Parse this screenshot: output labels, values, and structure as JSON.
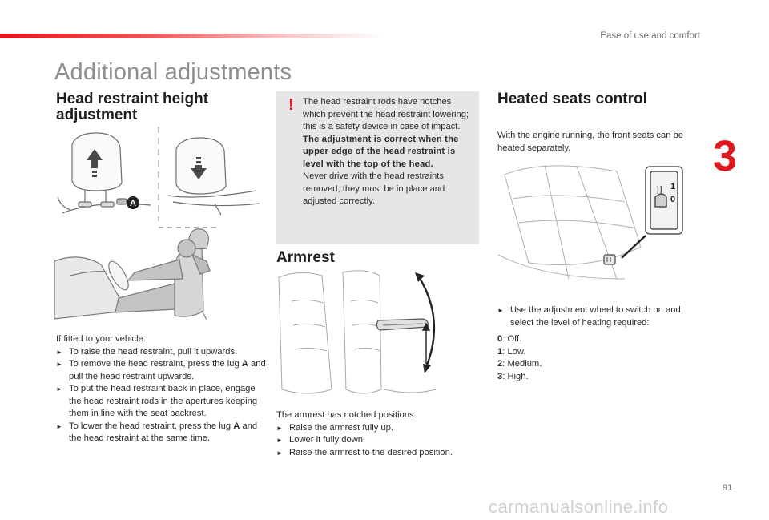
{
  "header": {
    "running_title": "Ease of use and comfort",
    "accent_color": "#e2161d"
  },
  "page_title": "Additional adjustments",
  "chapter_number": "3",
  "page_number": "91",
  "head_restraint": {
    "title": "Head restraint height adjustment",
    "figure_label": "A",
    "intro": "If fitted to your vehicle.",
    "steps": [
      {
        "pre": "To raise the head restraint, pull it upwards.",
        "lug": "",
        "post": ""
      },
      {
        "pre": "To remove the head restraint, press the lug ",
        "lug": "A",
        "post": " and pull the head restraint upwards."
      },
      {
        "pre": "To put the head restraint back in place, engage the head restraint rods in the apertures keeping them in line with the seat backrest.",
        "lug": "",
        "post": ""
      },
      {
        "pre": "To lower the head restraint, press the lug ",
        "lug": "A",
        "post": " and the head restraint at the same time."
      }
    ]
  },
  "warning": {
    "icon": "exclamation-icon",
    "text1": "The head restraint rods have notches which prevent the head restraint lowering; this is a safety device in case of impact.",
    "text_bold": "The adjustment is correct when the upper edge of the head restraint is level with the top of the head.",
    "text2": "Never drive with the head restraints removed; they must be in place and adjusted correctly."
  },
  "armrest": {
    "title": "Armrest",
    "intro": "The armrest has notched positions.",
    "steps": [
      "Raise the armrest fully up.",
      "Lower it fully down.",
      "Raise the armrest to the desired position."
    ]
  },
  "heated_seats": {
    "title": "Heated seats control",
    "intro": "With the engine running, the front seats can be heated separately.",
    "dial_labels": [
      "1",
      "0"
    ],
    "step": "Use the adjustment wheel to switch on and select the level of heating required:",
    "levels": [
      {
        "key": "0",
        "label": ": Off."
      },
      {
        "key": "1",
        "label": ": Low."
      },
      {
        "key": "2",
        "label": ": Medium."
      },
      {
        "key": "3",
        "label": ": High."
      }
    ]
  },
  "watermark": "carmanualsonline.info"
}
